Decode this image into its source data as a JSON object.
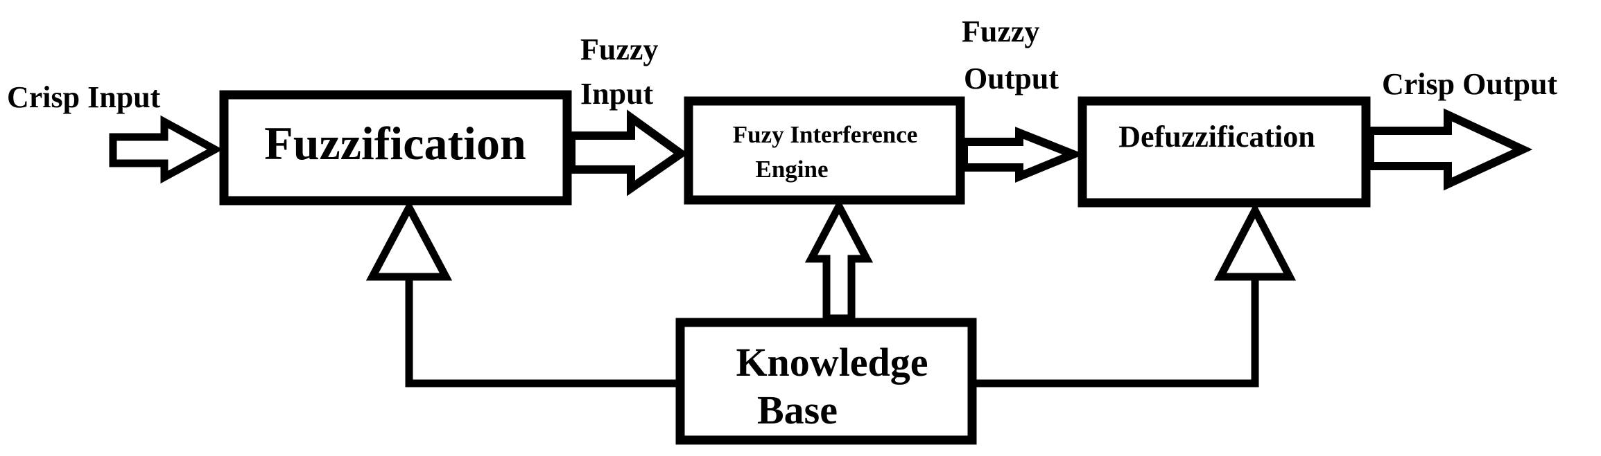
{
  "diagram": {
    "stroke_color": "#000000",
    "background": "#ffffff",
    "blocks": {
      "fuzzification": "Fuzzification",
      "inference_line1": "Fuzy Interference",
      "inference_line2": "Engine",
      "defuzzification": "Defuzzification",
      "knowledge_line1": "Knowledge",
      "knowledge_line2": "Base"
    },
    "labels": {
      "crisp_input": "Crisp Input",
      "fuzzy_input_line1": "Fuzzy",
      "fuzzy_input_line2": "Input",
      "fuzzy_output_line1": "Fuzzy",
      "fuzzy_output_line2": "Output",
      "crisp_output": "Crisp Output"
    }
  }
}
